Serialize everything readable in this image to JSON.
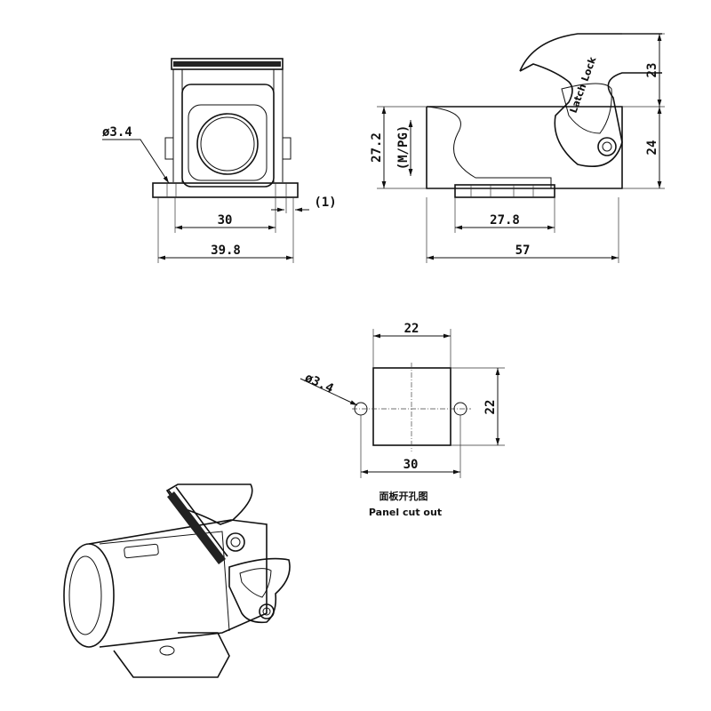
{
  "front_view": {
    "hole_dia": "ø3.4",
    "offset": "(1)",
    "hole_spacing": "30",
    "base_width": "39.8"
  },
  "side_view": {
    "height_total": "27.2",
    "thread_note": "(M/PG)",
    "lever_height": "23",
    "body_height": "24",
    "base_length": "27.8",
    "overall_length": "57"
  },
  "panel_cutout": {
    "opening_width": "22",
    "opening_height": "22",
    "hole_dia": "ø3.4",
    "hole_spacing": "30",
    "caption_cn": "面板开孔图",
    "caption_en": "Panel cut out"
  },
  "lever_marking": "Latch Lock"
}
